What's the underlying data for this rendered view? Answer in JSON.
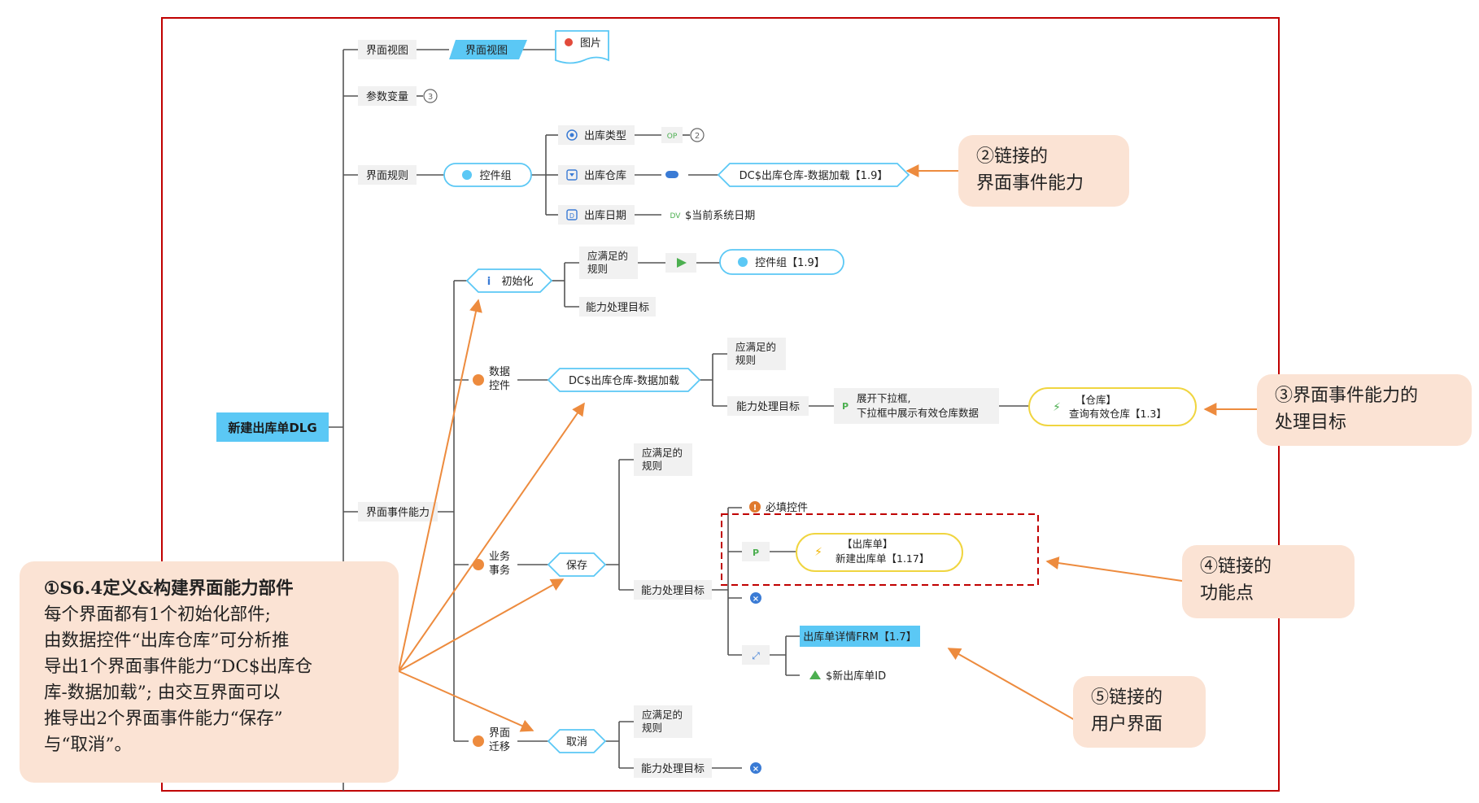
{
  "root": {
    "label": "新建出库单DLG"
  },
  "branches": {
    "view": {
      "label": "界面视图",
      "node": "界面视图",
      "image": "图片"
    },
    "params": {
      "label": "参数变量",
      "count": "3"
    },
    "rules": {
      "label": "界面规则",
      "group": "控件组",
      "controls": [
        {
          "label": "出库类型",
          "tag": "OP",
          "extra": "2"
        },
        {
          "label": "出库仓库",
          "target": "DC$出库仓库-数据加载【1.9】"
        },
        {
          "label": "出库日期",
          "tag": "DV",
          "value": "$当前系统日期"
        }
      ]
    },
    "events": {
      "label": "界面事件能力",
      "init": {
        "label": "初始化",
        "rule_label_1": "应满足的",
        "rule_label_2": "规则",
        "rule_target": "控件组【1.9】",
        "goal": "能力处理目标"
      },
      "datactrl": {
        "category_1": "数据",
        "category_2": "控件",
        "label": "DC$出库仓库-数据加载",
        "rule_label_1": "应满足的",
        "rule_label_2": "规则",
        "goal": "能力处理目标",
        "process_1": "展开下拉框,",
        "process_2": "下拉框中展示有效仓库数据",
        "func_1": "【仓库】",
        "func_2": "查询有效仓库【1.3】"
      },
      "save": {
        "category_1": "业务",
        "category_2": "事务",
        "label": "保存",
        "rule_label_1": "应满足的",
        "rule_label_2": "规则",
        "goal": "能力处理目标",
        "required": "必填控件",
        "func_1": "【出库单】",
        "func_2": "新建出库单【1.17】",
        "frm": "出库单详情FRM【1.7】",
        "param": "$新出库单ID"
      },
      "cancel": {
        "category_1": "界面",
        "category_2": "迁移",
        "label": "取消",
        "rule_label_1": "应满足的",
        "rule_label_2": "规则",
        "goal": "能力处理目标"
      }
    }
  },
  "callouts": {
    "c1": {
      "lines": [
        "①S6.4定义&构建界面能力部件",
        "每个界面都有1个初始化部件;",
        "由数据控件“出库仓库”可分析推",
        "导出1个界面事件能力“DC$出库仓",
        "库-数据加载”; 由交互界面可以",
        "推导出2个界面事件能力“保存”",
        "与“取消”。"
      ]
    },
    "c2": {
      "line1": "②链接的",
      "line2": "界面事件能力"
    },
    "c3": {
      "line1": "③界面事件能力的",
      "line2": "处理目标"
    },
    "c4": {
      "line1": "④链接的",
      "line2": "功能点"
    },
    "c5": {
      "line1": "⑤链接的",
      "line2": "用户界面"
    }
  },
  "colors": {
    "frame": "#c00000",
    "connector": "#555555",
    "arrow": "#ed8b3e",
    "callout_bg": "#fbe3d4",
    "root_bg": "#5bc8f5",
    "event_border": "#5bc8f5",
    "function_border": "#f0d540",
    "dashed_box": "#c00000",
    "node_bg": "#f1f1f1"
  }
}
